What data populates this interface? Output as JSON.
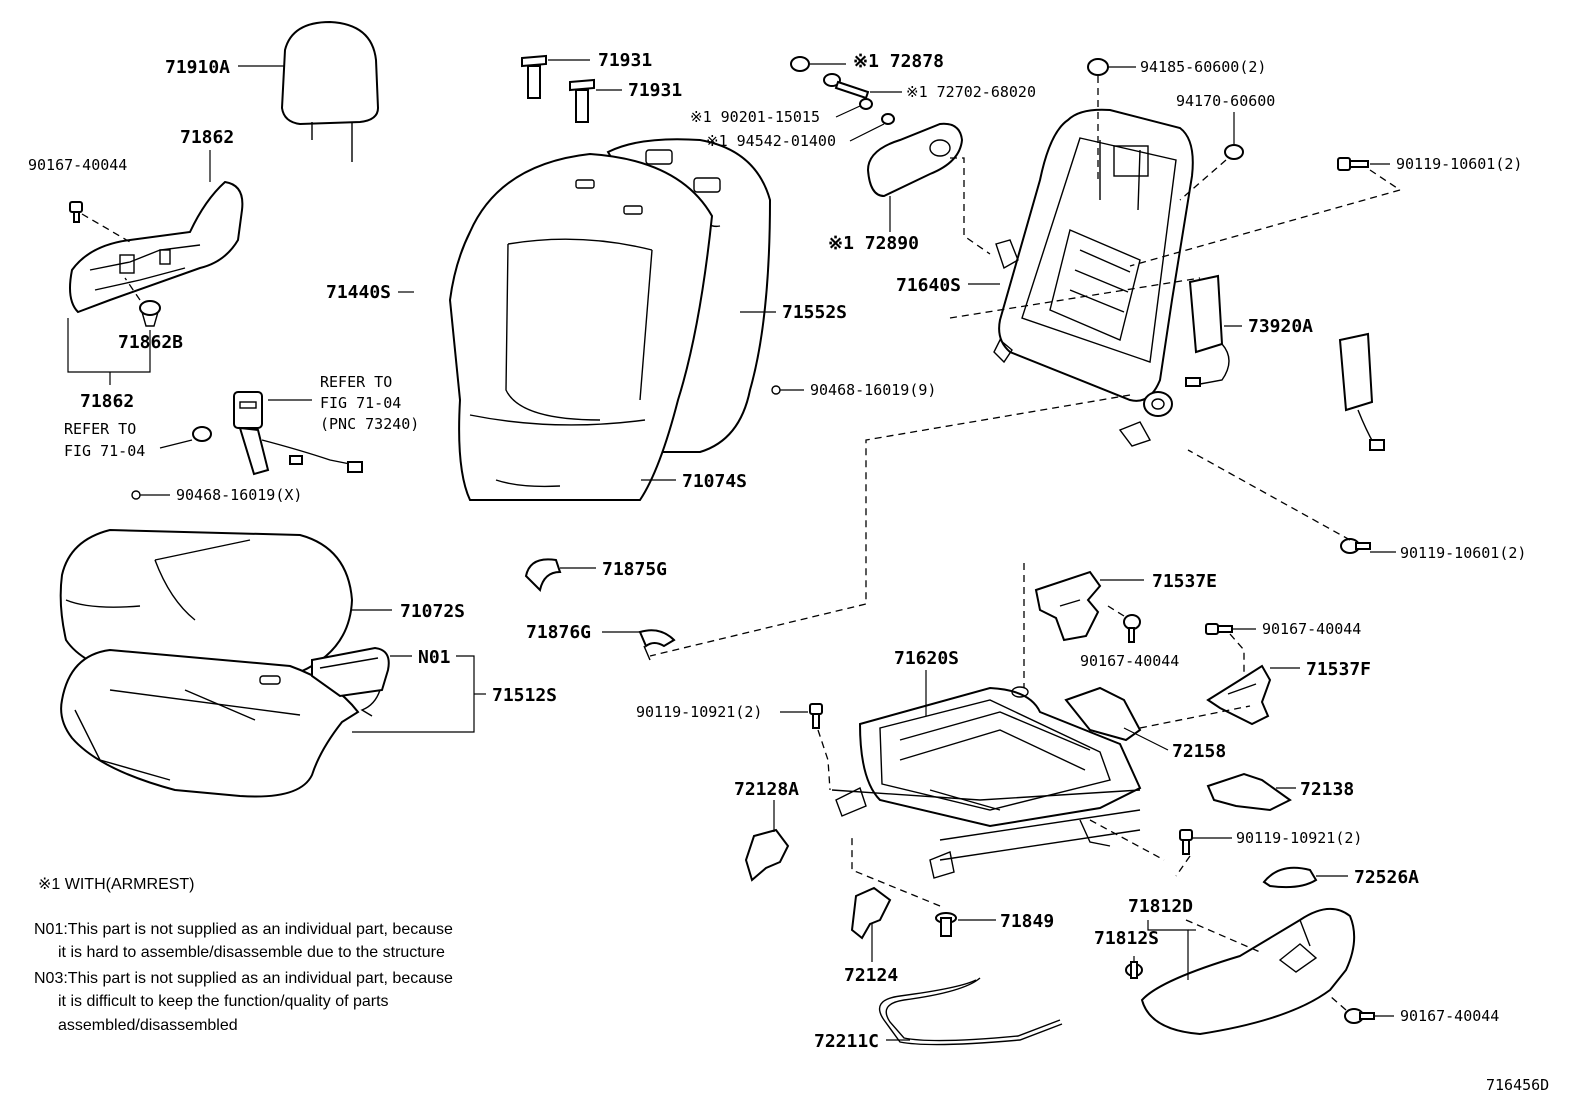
{
  "diagram_id": "716456D",
  "labels": {
    "p71910A": "71910A",
    "p71862_top": "71862",
    "p90167_left": "90167-40044",
    "p71862B": "71862B",
    "p71862_bottom": "71862",
    "refer_left_1": "REFER TO",
    "refer_left_2": "FIG 71-04",
    "refer_belt_1": "REFER TO",
    "refer_belt_2": "FIG 71-04",
    "refer_belt_3": "(PNC 73240)",
    "p90468_X": "90468-16019(X)",
    "p71931_a": "71931",
    "p71931_b": "71931",
    "p90201": "※1 90201-15015",
    "p94542": "※1 94542-01400",
    "p71440S": "71440S",
    "p71552S": "71552S",
    "p90468_9": "90468-16019(9)",
    "p71074S": "71074S",
    "p72878": "※1 72878",
    "p72702": "※1 72702-68020",
    "p72890": "※1 72890",
    "p94185": "94185-60600(2)",
    "p94170": "94170-60600",
    "p90119_top": "90119-10601(2)",
    "p71640S": "71640S",
    "p73920A": "73920A",
    "p90119_mid": "90119-10601(2)",
    "p71072S": "71072S",
    "pN01": "N01",
    "p71512S": "71512S",
    "p71875G": "71875G",
    "p71876G": "71876G",
    "p71537E": "71537E",
    "p90167_mid": "90167-40044",
    "p90167_right": "90167-40044",
    "p71537F": "71537F",
    "p71620S": "71620S",
    "p90119_10921_left": "90119-10921(2)",
    "p72158": "72158",
    "p72128A": "72128A",
    "p72138": "72138",
    "p90119_10921_right": "90119-10921(2)",
    "p72526A": "72526A",
    "p71812D": "71812D",
    "p71812S": "71812S",
    "p71849": "71849",
    "p72124": "72124",
    "p90167_bottom": "90167-40044",
    "p72211C": "72211C"
  },
  "notes": {
    "with_armrest": "※1 WITH(ARMREST)",
    "n01_line1": "N01:This part is not supplied as an individual part, because",
    "n01_line2": "it is hard to assemble/disassemble due to the structure",
    "n03_line1": "N03:This part is not supplied as an individual part, because",
    "n03_line2": "it is difficult to keep the function/quality of parts",
    "n03_line3": "assembled/disassembled"
  }
}
